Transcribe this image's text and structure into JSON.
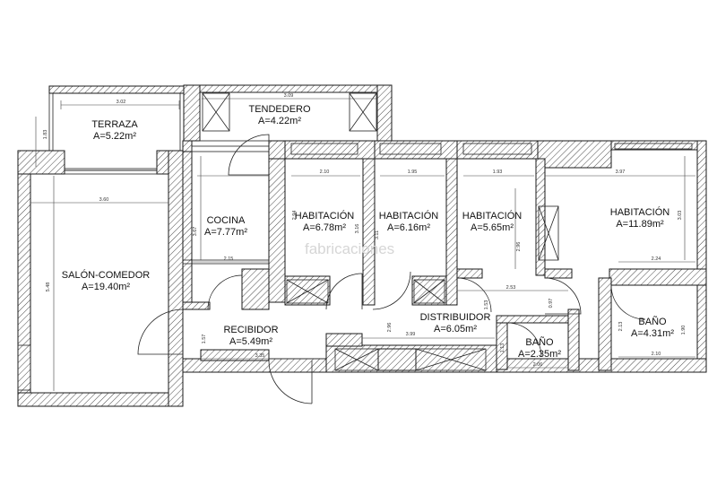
{
  "watermark": "fabricaciones",
  "rooms": {
    "terraza": {
      "name": "TERRAZA",
      "area": "A=5.22m²"
    },
    "tendedero": {
      "name": "TENDEDERO",
      "area": "A=4.22m²"
    },
    "cocina": {
      "name": "COCINA",
      "area": "A=7.77m²"
    },
    "habitacion1": {
      "name": "HABITACIÓN",
      "area": "A=6.78m²"
    },
    "habitacion2": {
      "name": "HABITACIÓN",
      "area": "A=6.16m²"
    },
    "habitacion3": {
      "name": "HABITACIÓN",
      "area": "A=5.65m²"
    },
    "habitacion4": {
      "name": "HABITACIÓN",
      "area": "A=11.89m²"
    },
    "salon": {
      "name": "SALÓN-COMEDOR",
      "area": "A=19.40m²"
    },
    "recibidor": {
      "name": "RECIBIDOR",
      "area": "A=5.49m²"
    },
    "distribuidor": {
      "name": "DISTRIBUIDOR",
      "area": "A=6.05m²"
    },
    "bano1": {
      "name": "BAÑO",
      "area": "A=2.35m²"
    },
    "bano2": {
      "name": "BAÑO",
      "area": "A=4.31m²"
    }
  },
  "dimensions": {
    "terraza_w": "3.02",
    "terraza_h": "1.83",
    "tendedero_w": "3.09",
    "salon_w": "3.60",
    "salon_h": "5.48",
    "cocina_h": "3.67",
    "cocina_w": "2.15",
    "hab1_w": "2.10",
    "hab1_h": "2.94",
    "hab2_w": "1.95",
    "hab2_h1": "3.16",
    "hab2_h2": "3.11",
    "hab3_w": "1.93",
    "hab3_h": "2.96",
    "hab4_w": "3.97",
    "hab4_h": "3.03",
    "hab4_w2": "2.24",
    "recibidor_w": "3.35",
    "recibidor_h": "1.57",
    "dist_w": "3.99",
    "dist_h": "2.96",
    "dist_w2": "2.53",
    "dist_h2": "1.53",
    "bano1_h": "1.13",
    "bano1_h2": "0.97",
    "bano1_w": "2.06",
    "bano2_h": "2.13",
    "bano2_h2": "1.90",
    "bano2_w": "2.10"
  }
}
